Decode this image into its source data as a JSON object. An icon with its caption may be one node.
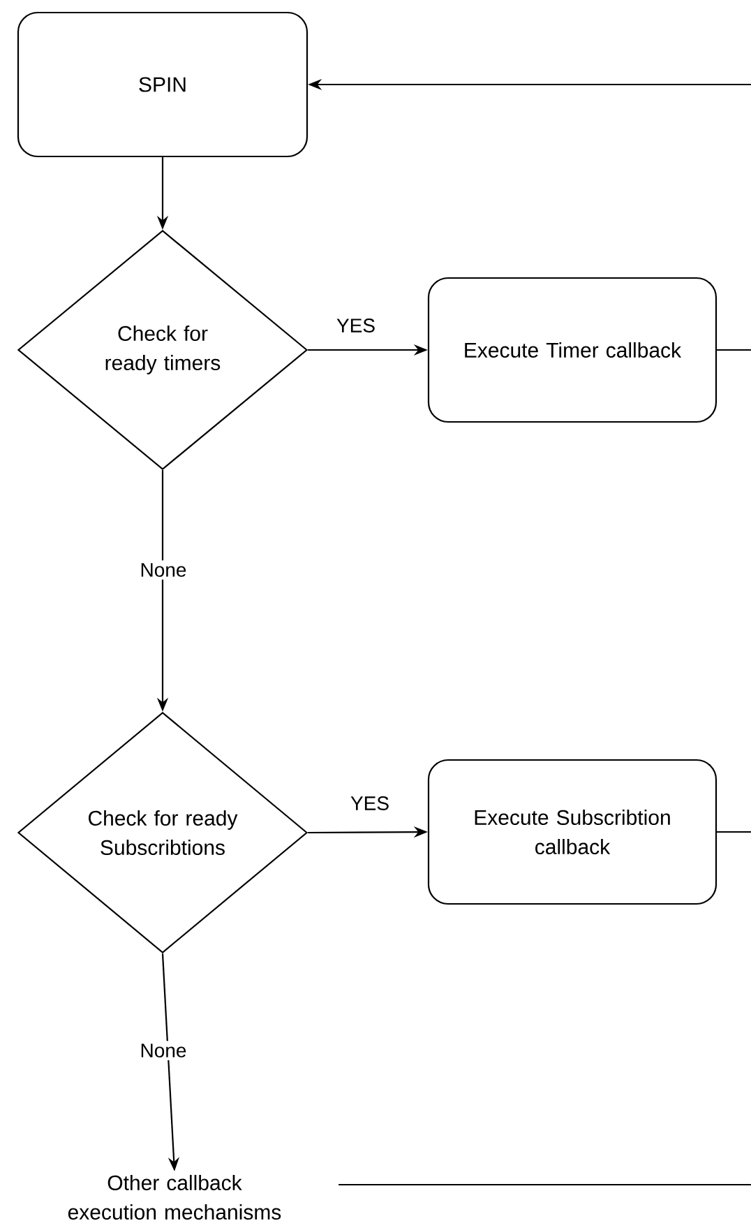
{
  "diagram": {
    "nodes": [
      {
        "text": [
          "SPIN"
        ]
      },
      {
        "text": [
          "Check for ready timers"
        ]
      },
      {
        "text": [
          "Execute Timer callback"
        ]
      },
      {
        "text": [
          "Check for ready Subscribtions"
        ]
      },
      {
        "text": [
          "Execute Subscribtion callback"
        ]
      },
      {
        "text": [
          "Other callback execution mechanisms"
        ]
      }
    ],
    "edges": [
      {
        "from": 0,
        "to": 1,
        "arrow": "to"
      },
      {
        "from": 1,
        "to": 2,
        "arrow": "to",
        "label": "YES"
      },
      {
        "from": 1,
        "to": 3,
        "arrow": "to",
        "label": "None"
      },
      {
        "from": 3,
        "to": 4,
        "arrow": "to",
        "label": "YES"
      },
      {
        "from": 3,
        "to": 5,
        "arrow": "to",
        "label": "None"
      },
      {
        "from": null,
        "to": 0,
        "arrow": "to"
      },
      {
        "from": 2,
        "to": null,
        "arrow": "none"
      },
      {
        "from": 4,
        "to": null,
        "arrow": "none"
      },
      {
        "from": 5,
        "to": null,
        "arrow": "none"
      }
    ]
  }
}
